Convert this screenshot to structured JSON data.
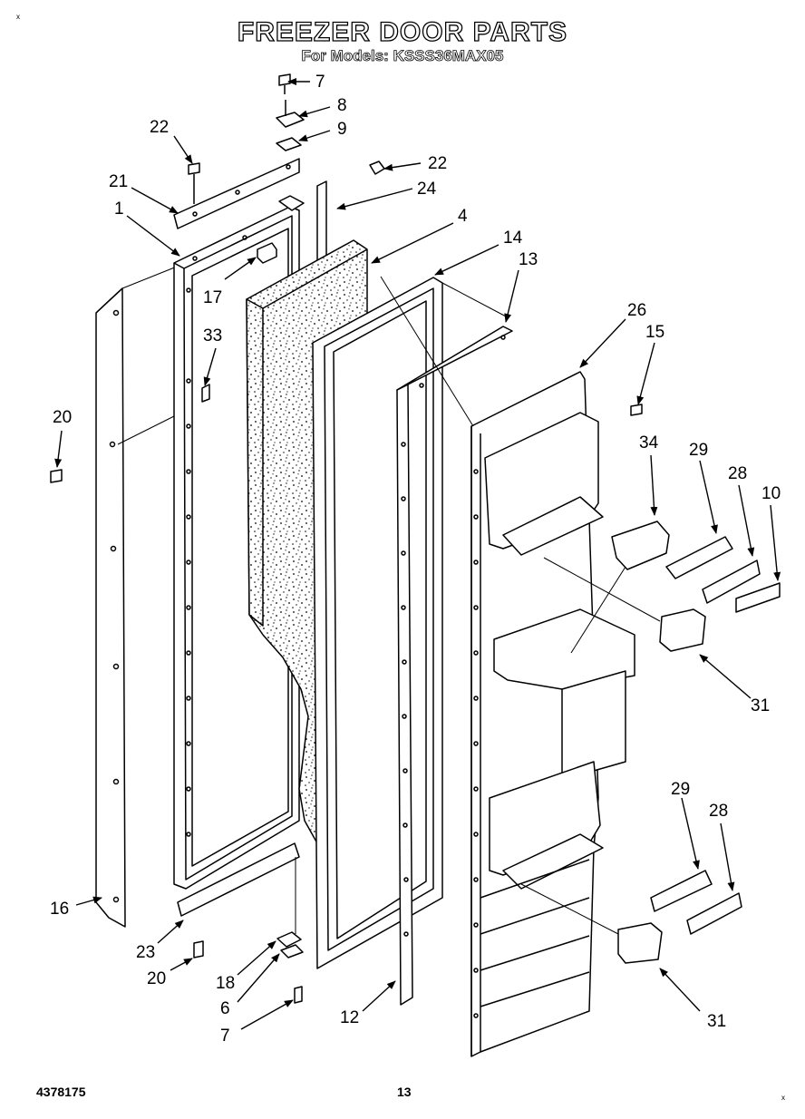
{
  "header": {
    "title": "FREEZER DOOR PARTS",
    "subtitle": "For Models: KSSS36MAX05"
  },
  "footer": {
    "doc_number": "4378175",
    "page_number": "13",
    "corner_mark": "x"
  },
  "callouts": [
    {
      "id": "c7a",
      "label": "7"
    },
    {
      "id": "c8",
      "label": "8"
    },
    {
      "id": "c9",
      "label": "9"
    },
    {
      "id": "c22a",
      "label": "22"
    },
    {
      "id": "c22b",
      "label": "22"
    },
    {
      "id": "c21",
      "label": "21"
    },
    {
      "id": "c24",
      "label": "24"
    },
    {
      "id": "c1",
      "label": "1"
    },
    {
      "id": "c4",
      "label": "4"
    },
    {
      "id": "c14",
      "label": "14"
    },
    {
      "id": "c13",
      "label": "13"
    },
    {
      "id": "c17",
      "label": "17"
    },
    {
      "id": "c33",
      "label": "33"
    },
    {
      "id": "c26",
      "label": "26"
    },
    {
      "id": "c15",
      "label": "15"
    },
    {
      "id": "c20a",
      "label": "20"
    },
    {
      "id": "c34",
      "label": "34"
    },
    {
      "id": "c29a",
      "label": "29"
    },
    {
      "id": "c28a",
      "label": "28"
    },
    {
      "id": "c10",
      "label": "10"
    },
    {
      "id": "c31a",
      "label": "31"
    },
    {
      "id": "c29b",
      "label": "29"
    },
    {
      "id": "c28b",
      "label": "28"
    },
    {
      "id": "c16",
      "label": "16"
    },
    {
      "id": "c23",
      "label": "23"
    },
    {
      "id": "c20b",
      "label": "20"
    },
    {
      "id": "c18",
      "label": "18"
    },
    {
      "id": "c6",
      "label": "6"
    },
    {
      "id": "c7b",
      "label": "7"
    },
    {
      "id": "c12",
      "label": "12"
    },
    {
      "id": "c31b",
      "label": "31"
    }
  ]
}
